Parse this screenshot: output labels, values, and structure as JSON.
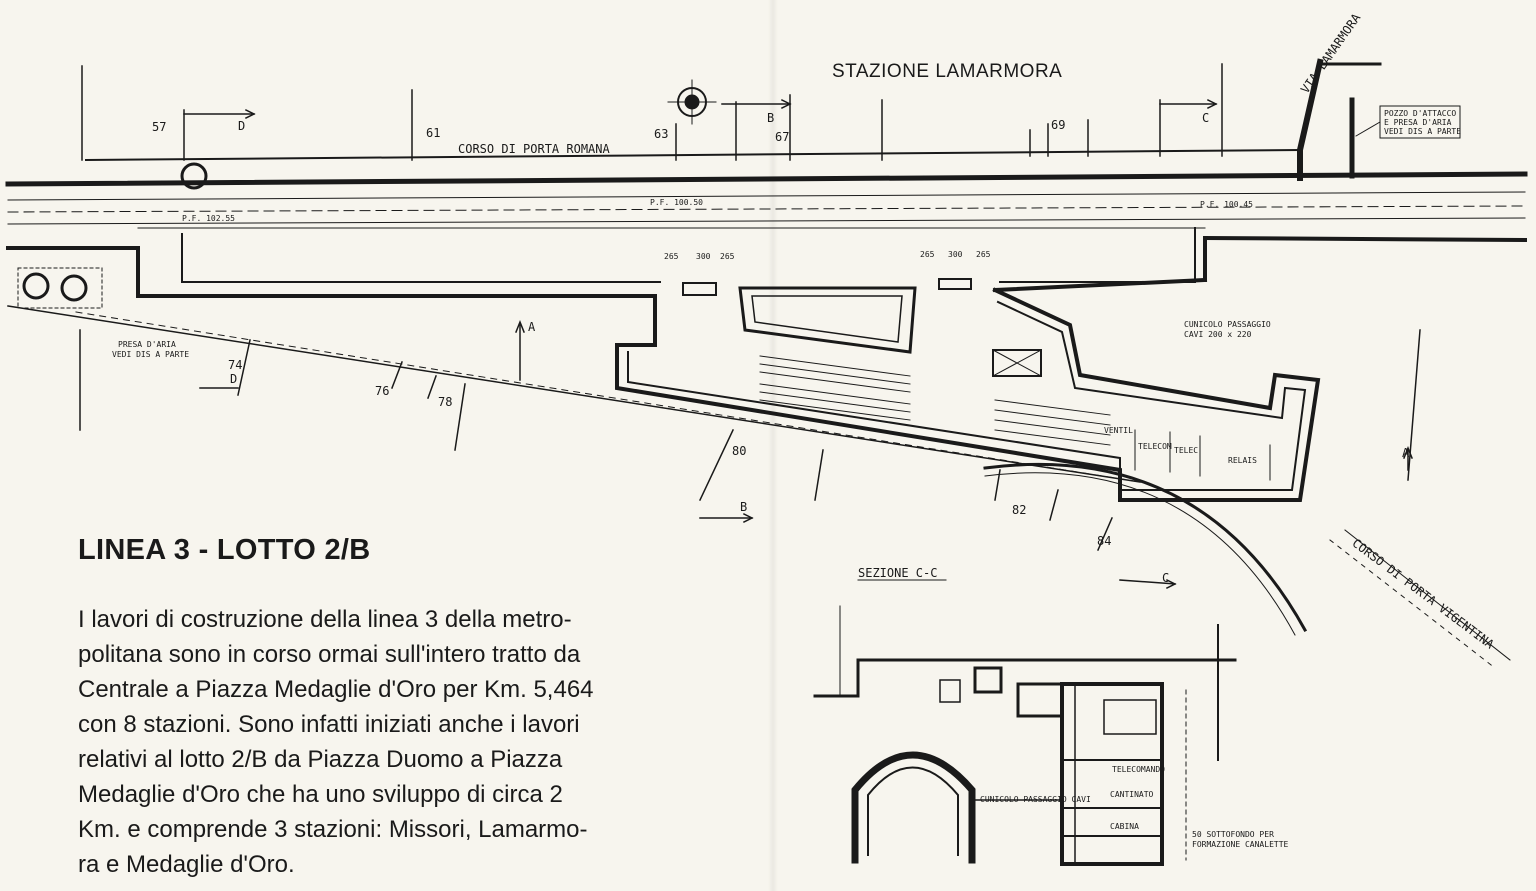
{
  "station_title": "STAZIONE LAMARMORA",
  "street_labels": {
    "corso_porta_romana": "CORSO DI PORTA ROMANA",
    "via_lamarmora": "VIA LAMARMORA",
    "corso_porta_vigentina": "CORSO DI PORTA VIGENTINA"
  },
  "section_markers": {
    "a": "A",
    "b": "B",
    "c": "C",
    "d": "D"
  },
  "building_numbers": [
    "57",
    "61",
    "63",
    "67",
    "69",
    "74",
    "76",
    "78",
    "80",
    "82",
    "84"
  ],
  "annotations": {
    "pozzo": [
      "POZZO D'ATTACCO",
      "E PRESA D'ARIA",
      "VEDI DIS A PARTE"
    ],
    "presa_aria": [
      "PRESA D'ARIA",
      "VEDI DIS A PARTE"
    ],
    "cunicolo": [
      "CUNICOLO PASSAGGIO",
      "CAVI 200 x 220"
    ],
    "rooms": [
      "VENTIL",
      "TELECOM",
      "TELEC",
      "RELAIS"
    ]
  },
  "dimensions": {
    "d265a": "265",
    "d300a": "300",
    "d265b": "265",
    "d265c": "265",
    "d300b": "300",
    "d265d": "265",
    "pf1": "P.F. 102.55",
    "pf2": "P.F. 100.50",
    "pf3": "P.F. 100.45"
  },
  "section_cc": {
    "title": "SEZIONE C-C",
    "rooms": [
      "TELECOMANDO",
      "CANTINATO",
      "CABINA"
    ],
    "cunicolo": "CUNICOLO PASSAGGIO CAVI",
    "note": [
      "50 SOTTOFONDO PER",
      "FORMAZIONE CANALETTE"
    ]
  },
  "heading": "LINEA 3 - LOTTO 2/B",
  "body_lines": [
    "I lavori di costruzione della linea 3 della metro-",
    "politana sono in corso ormai sull'intero tratto da",
    "Centrale a Piazza Medaglie d'Oro per Km. 5,464",
    "con 8 stazioni. Sono infatti iniziati anche i lavori",
    "relativi al lotto 2/B da Piazza Duomo a Piazza",
    "Medaglie d'Oro che ha uno sviluppo di circa 2",
    "Km. e comprende 3 stazioni: Missori, Lamarmo-",
    "ra e Medaglie d'Oro."
  ],
  "colors": {
    "paper": "#f7f5ee",
    "ink": "#1a1a1a"
  }
}
